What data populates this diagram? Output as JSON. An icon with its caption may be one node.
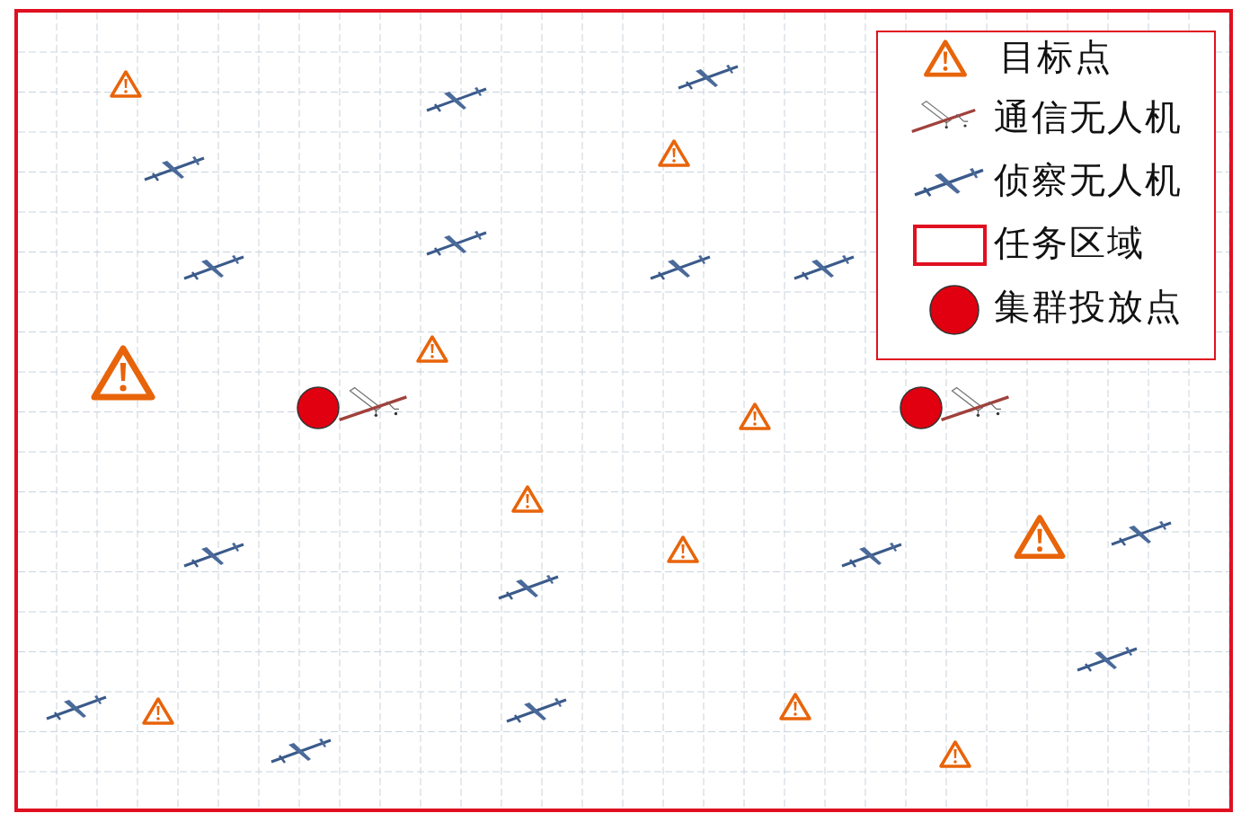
{
  "diagram": {
    "legend": [
      {
        "text": "目标点"
      },
      {
        "text": "通信无人机"
      },
      {
        "text": "侦察无人机"
      },
      {
        "text": "任务区域"
      },
      {
        "text": "集群投放点"
      }
    ]
  }
}
